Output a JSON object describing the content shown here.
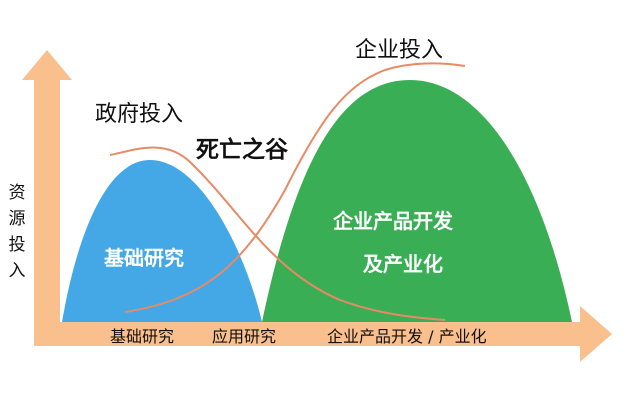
{
  "colors": {
    "arrow": "#f9bf8c",
    "blue_hill": "#44a8e6",
    "green_hill": "#3aae55",
    "curve": "#e88a66"
  },
  "labels": {
    "enterprise_investment": "企业投入",
    "government_investment": "政府投入",
    "valley_of_death": "死亡之谷",
    "resource_investment": [
      "资",
      "源",
      "投",
      "入"
    ],
    "basic_research_hill": "基础研究",
    "product_dev_line1": "企业产品开发",
    "product_dev_line2": "及产业化"
  },
  "x_axis": {
    "stage1": "基础研究",
    "stage2": "应用研究",
    "stage3": "企业产品开发 / 产业化"
  }
}
